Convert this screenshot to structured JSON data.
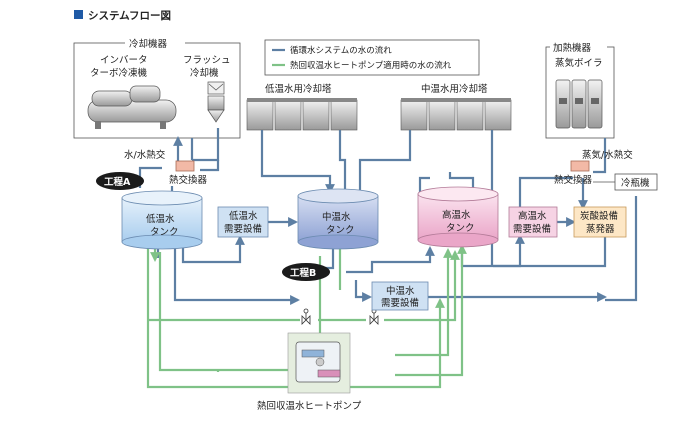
{
  "title": "システムフロー図",
  "legend": {
    "blue_label": "循環水システムの水の流れ",
    "green_label": "熱回収温水ヒートポンプ適用時の水の流れ"
  },
  "groups": {
    "cooling_equipment": "冷却機器",
    "heating_equipment": "加熱機器"
  },
  "machines": {
    "inverter_turbo_l1": "インバータ",
    "inverter_turbo_l2": "ターボ冷凍機",
    "flash_cooler_l1": "フラッシュ",
    "flash_cooler_l2": "冷却機",
    "steam_boiler": "蒸気ボイラ"
  },
  "towers": {
    "low_temp": "低温水用冷却塔",
    "mid_temp": "中温水用冷却塔"
  },
  "exchangers": {
    "water_water": "水/水熱交",
    "steam_water": "蒸気/水熱交",
    "hx_left": "熱交換器",
    "hx_right": "熱交換器"
  },
  "refrigerator": "冷瓶機",
  "process": {
    "a": "工程A",
    "b": "工程B"
  },
  "tanks": {
    "low": [
      "低温水",
      "タンク"
    ],
    "mid": [
      "中温水",
      "タンク"
    ],
    "high": [
      "高温水",
      "タンク"
    ]
  },
  "demand": {
    "low": [
      "低温水",
      "需要設備"
    ],
    "mid": [
      "中温水",
      "需要設備"
    ],
    "high": [
      "高温水",
      "需要設備"
    ],
    "carbonation": [
      "炭酸設備",
      "蒸発器"
    ]
  },
  "heat_pump": "熱回収温水ヒートポンプ",
  "colors": {
    "blue_flow": "#5d7fa3",
    "green_flow": "#7fc287",
    "title_square": "#1f5aa6",
    "low_tank": "#cfe3f5",
    "mid_tank": "#aebfe2",
    "high_tank": "#f3c7dd",
    "demand_blue": "#cfe1f3",
    "demand_pink": "#f6d3e4",
    "demand_orange": "#fde7c6"
  }
}
